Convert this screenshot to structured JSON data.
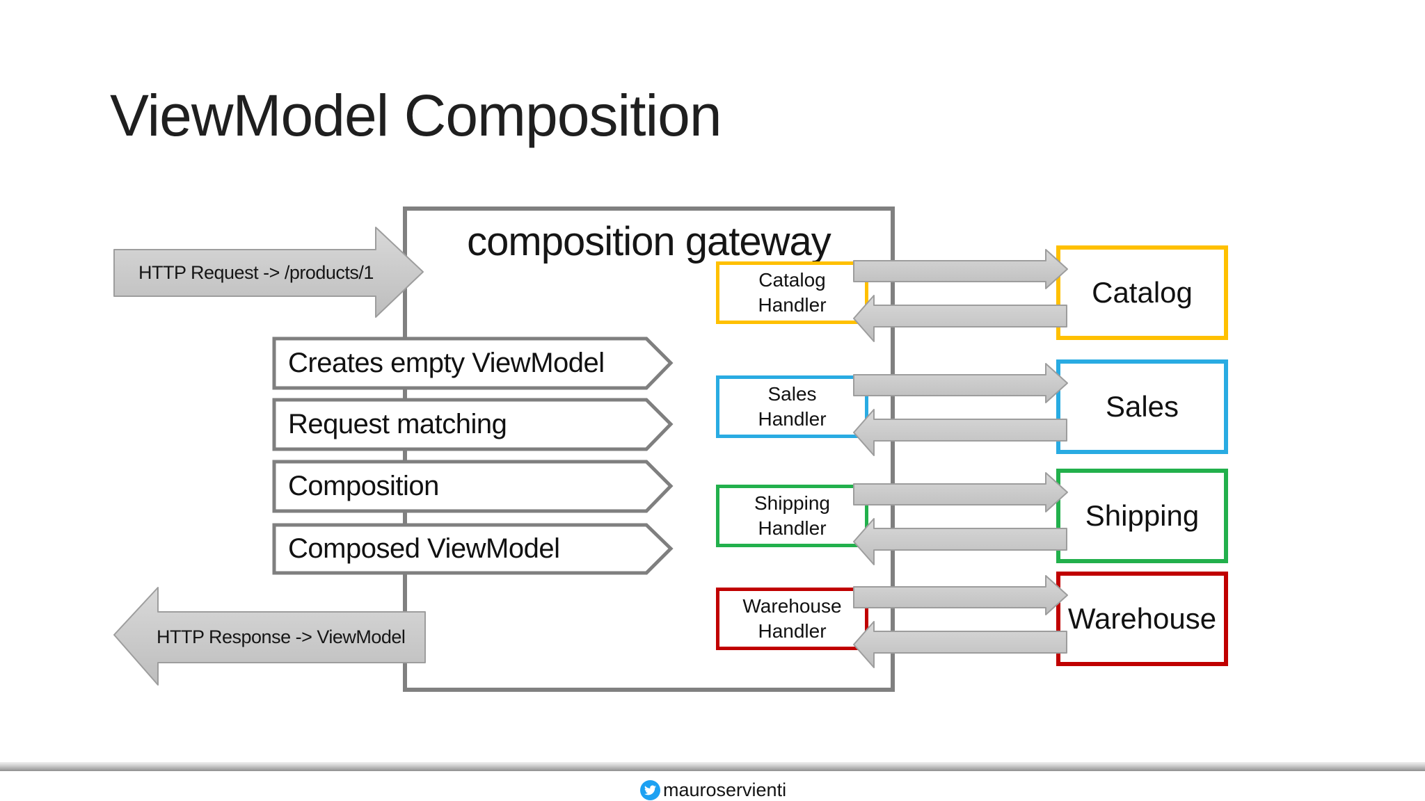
{
  "slide": {
    "title": "ViewModel Composition",
    "gateway": {
      "label": "composition gateway",
      "steps": [
        {
          "label": "Creates empty ViewModel"
        },
        {
          "label": "Request matching"
        },
        {
          "label": "Composition"
        },
        {
          "label": "Composed ViewModel"
        }
      ],
      "handlers": [
        {
          "line1": "Catalog",
          "line2": "Handler",
          "color": "#FFC000"
        },
        {
          "line1": "Sales",
          "line2": "Handler",
          "color": "#29ABE2"
        },
        {
          "line1": "Shipping",
          "line2": "Handler",
          "color": "#22B04C"
        },
        {
          "line1": "Warehouse",
          "line2": "Handler",
          "color": "#C00000"
        }
      ]
    },
    "services": [
      {
        "label": "Catalog",
        "color": "#FFC000"
      },
      {
        "label": "Sales",
        "color": "#29ABE2"
      },
      {
        "label": "Shipping",
        "color": "#22B04C"
      },
      {
        "label": "Warehouse",
        "color": "#C00000"
      }
    ],
    "request_arrow_label": "HTTP Request -> /products/1",
    "response_arrow_label": "HTTP Response -> ViewModel",
    "footer": {
      "handle": "mauroservienti",
      "icon": "twitter-bird-icon",
      "icon_color": "#1DA1F2"
    }
  }
}
